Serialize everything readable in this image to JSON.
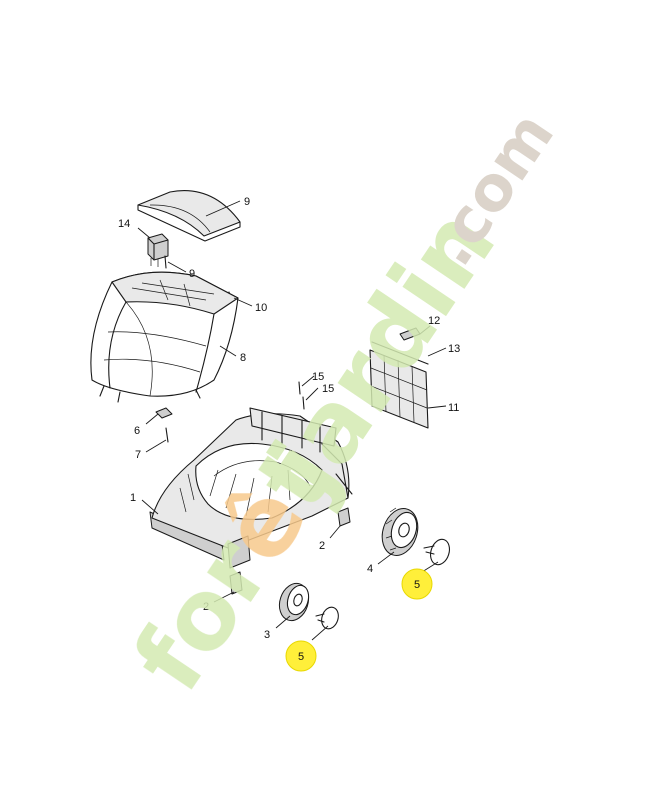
{
  "colors": {
    "highlight_fill": "#ffef3a",
    "watermark_green": "#d4eab2",
    "watermark_orange": "#f7c98c",
    "watermark_grey": "#d6cdc2"
  },
  "watermark": {
    "part1": "forêt",
    "part2": "jardin",
    "part3": ".com"
  },
  "parts": [
    {
      "id": "p1",
      "label": "1"
    },
    {
      "id": "p2a",
      "label": "2"
    },
    {
      "id": "p2b",
      "label": "2"
    },
    {
      "id": "p3",
      "label": "3"
    },
    {
      "id": "p4",
      "label": "4"
    },
    {
      "id": "p5a",
      "label": "5",
      "highlighted": true
    },
    {
      "id": "p5b",
      "label": "5",
      "highlighted": true
    },
    {
      "id": "p6",
      "label": "6"
    },
    {
      "id": "p7",
      "label": "7"
    },
    {
      "id": "p8",
      "label": "8"
    },
    {
      "id": "p9a",
      "label": "9"
    },
    {
      "id": "p9b",
      "label": "9"
    },
    {
      "id": "p10",
      "label": "10"
    },
    {
      "id": "p11",
      "label": "11"
    },
    {
      "id": "p12",
      "label": "12"
    },
    {
      "id": "p13",
      "label": "13"
    },
    {
      "id": "p14",
      "label": "14"
    },
    {
      "id": "p15a",
      "label": "15"
    },
    {
      "id": "p15b",
      "label": "15"
    }
  ]
}
